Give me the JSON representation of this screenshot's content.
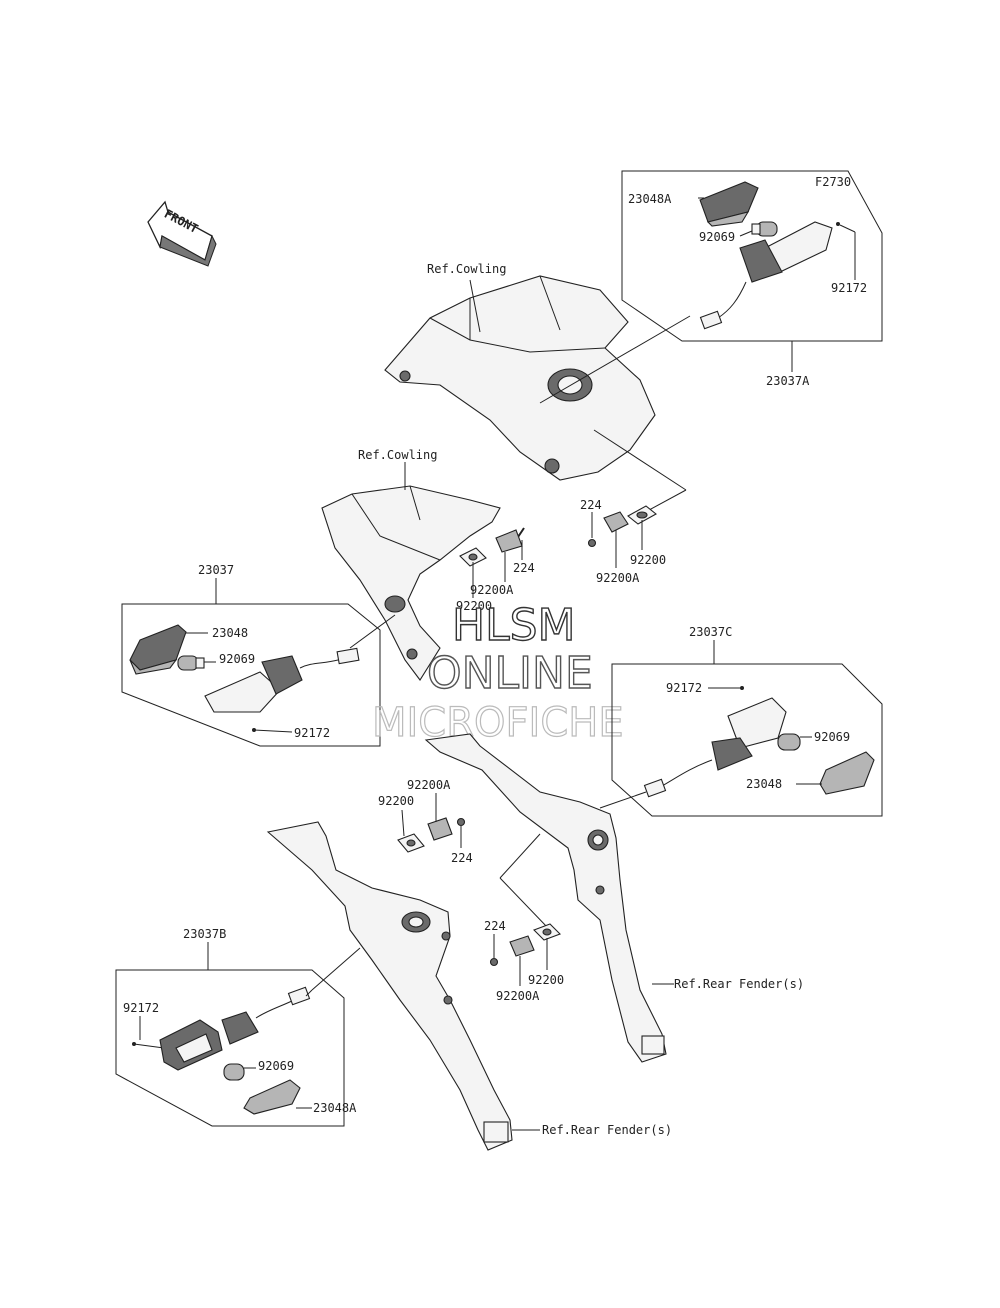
{
  "figure_code": "F2730",
  "front_label": "FRONT",
  "watermark": {
    "line1": "HLSM",
    "line2": "ONLINE",
    "line3": "MICROFICHE"
  },
  "labels": {
    "a_lens": "23048A",
    "a_bulb": "92069",
    "a_screw": "92172",
    "a_assy": "23037A",
    "cowl_upper": "Ref.Cowling",
    "cowl_lower": "Ref.Cowling",
    "r1_nut": "224",
    "r1_clip": "92200",
    "r1_clipa": "92200A",
    "l1_nut": "224",
    "l1_clipa": "92200A",
    "l1_clip": "92200",
    "b_assy": "23037",
    "b_lens": "23048",
    "b_bulb": "92069",
    "b_screw": "92172",
    "c_assy": "23037C",
    "c_screw": "92172",
    "c_bulb": "92069",
    "c_lens": "23048",
    "m_clipa": "92200A",
    "m_clip": "92200",
    "m_nut": "224",
    "n_nut": "224",
    "n_clip": "92200",
    "n_clipa": "92200A",
    "fender_right": "Ref.Rear Fender(s)",
    "d_assy": "23037B",
    "d_screw": "92172",
    "d_bulb": "92069",
    "d_lens": "23048A",
    "fender_left": "Ref.Rear Fender(s)"
  }
}
